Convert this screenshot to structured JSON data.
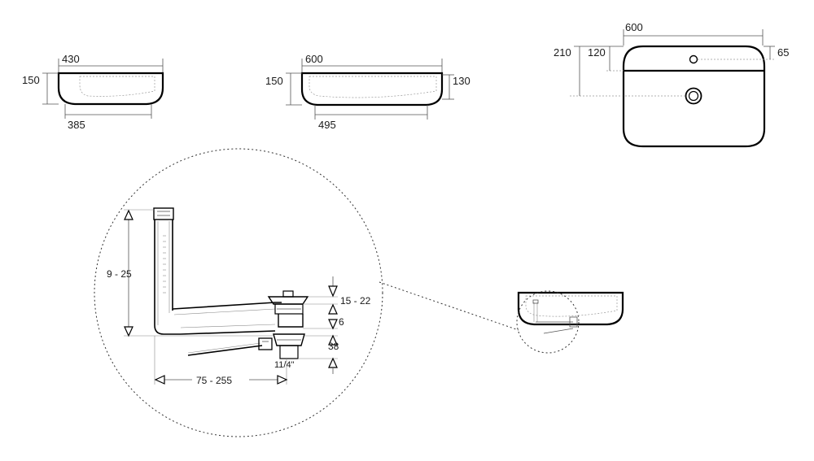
{
  "view_small": {
    "width_top": "430",
    "height": "150",
    "width_bottom": "385"
  },
  "view_large": {
    "width_top": "600",
    "height_left": "150",
    "height_right": "130",
    "width_bottom": "495"
  },
  "view_plan": {
    "width": "600",
    "height_outer": "210",
    "height_inner": "120",
    "tap_offset": "65"
  },
  "detail_view": {
    "pipe_height": "9 - 25",
    "plug_range": "15 - 22",
    "gap": "6",
    "depth": "38",
    "thread": "11/4\"",
    "reach": "75 - 255"
  },
  "colors": {
    "line": "#000000",
    "dim_line": "#555555",
    "background": "#ffffff"
  }
}
